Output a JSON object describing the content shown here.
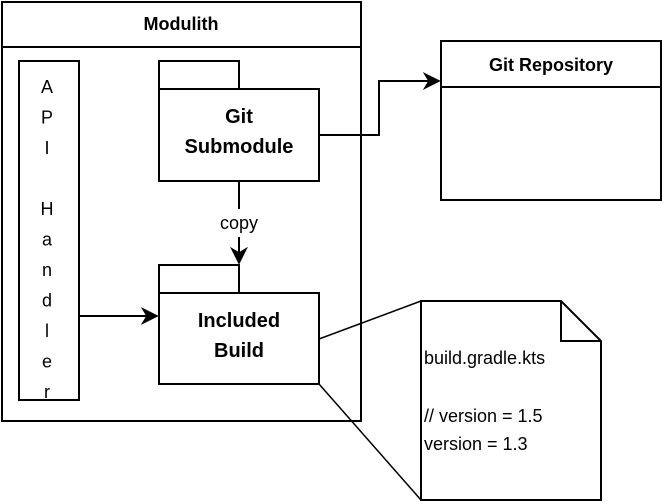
{
  "diagram": {
    "modulith": {
      "title": "Modulith"
    },
    "api_handler": {
      "letters": [
        "A",
        "P",
        "I",
        "",
        "H",
        "a",
        "n",
        "d",
        "l",
        "e",
        "r"
      ]
    },
    "git_submodule": {
      "line1": "Git",
      "line2": "Submodule"
    },
    "included_build": {
      "line1": "Included",
      "line2": "Build"
    },
    "git_repository": {
      "title": "Git Repository"
    },
    "copy_edge": {
      "label": "copy"
    },
    "note": {
      "filename": "build.gradle.kts",
      "line1": "// version = 1.5",
      "line2": "version = 1.3"
    }
  }
}
